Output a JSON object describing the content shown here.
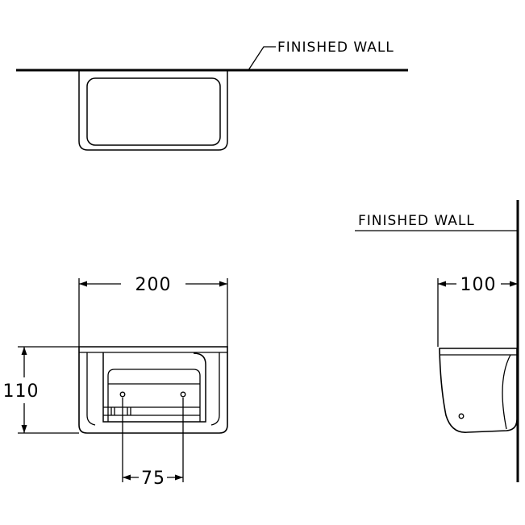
{
  "top_view": {
    "wall_label": "FINISHED WALL"
  },
  "front_view": {
    "width_dim": "200",
    "height_dim": "110",
    "hole_spacing_dim": "75"
  },
  "side_view": {
    "wall_label": "FINISHED WALL",
    "depth_dim": "100"
  },
  "colors": {
    "line": "#000000",
    "background": "#ffffff"
  }
}
